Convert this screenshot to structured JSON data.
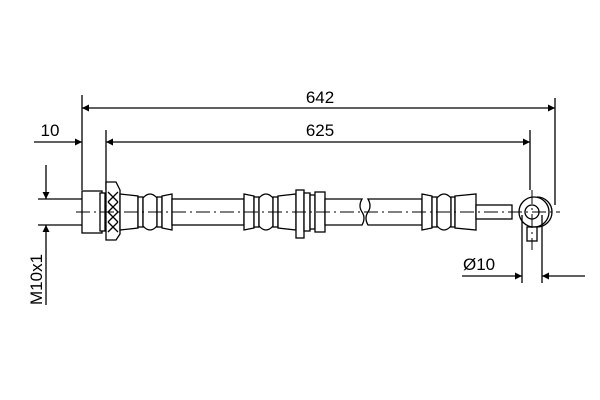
{
  "dimensions": {
    "overall_length": "642",
    "hose_length": "625",
    "end_offset": "10",
    "thread": "M10x1",
    "eye_diameter": "Ø10"
  }
}
